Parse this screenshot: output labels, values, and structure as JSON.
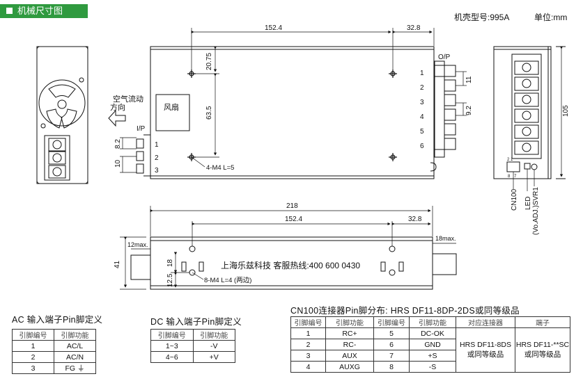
{
  "header": {
    "title": "机械尺寸图"
  },
  "model": {
    "label": "机壳型号:995A",
    "unit": "单位:mm"
  },
  "front_view": {
    "dims": {
      "d1": "152.4",
      "d2": "32.8",
      "v1": "20.75",
      "v2": "63.5",
      "v3": "11",
      "v4": "9.2",
      "w8": "8.2",
      "w10": "10"
    },
    "fan": "风扇",
    "airflow": [
      "空气流动",
      "方向"
    ],
    "ip": "I/P",
    "op": "O/P",
    "ip_pins": [
      "1",
      "2",
      "3"
    ],
    "op_pins": [
      "1",
      "2",
      "3",
      "4",
      "5",
      "6"
    ],
    "screw": "4-M4 L=5"
  },
  "side_view": {
    "height": "105",
    "labels": [
      "CN100",
      "LED",
      "(Vo.ADJ.)SVR1"
    ],
    "cn_nums": [
      "2",
      "1",
      "8",
      "7"
    ]
  },
  "bottom_view": {
    "dims": {
      "total": "218",
      "d1": "152.4",
      "d2": "32.8",
      "h41": "41",
      "max12": "12max.",
      "max18": "18max.",
      "v18": "18",
      "v125": "12.5"
    },
    "screw": "8-M4 L=4 (两边)",
    "watermark": "上海乐兹科技 客服热线:400 600 0430"
  },
  "ac_table": {
    "title": "AC 输入端子Pin脚定义",
    "headers": [
      "引脚编号",
      "引脚功能"
    ],
    "rows": [
      [
        "1",
        "AC/L"
      ],
      [
        "2",
        "AC/N"
      ],
      [
        "3",
        "FG ⏚"
      ]
    ]
  },
  "dc_table": {
    "title": "DC 输入端子Pin脚定义",
    "headers": [
      "引脚编号",
      "引脚功能"
    ],
    "rows": [
      [
        "1~3",
        "-V"
      ],
      [
        "4~6",
        "+V"
      ]
    ]
  },
  "cn_table": {
    "title": "CN100连接器Pin脚分布: HRS DF11-8DP-2DS或同等级品",
    "headers": [
      "引脚编号",
      "引脚功能",
      "引脚编号",
      "引脚功能",
      "对应连接器",
      "端子"
    ],
    "rows": [
      [
        "1",
        "RC+",
        "5",
        "DC-OK"
      ],
      [
        "2",
        "RC-",
        "6",
        "GND"
      ],
      [
        "3",
        "AUX",
        "7",
        "+S"
      ],
      [
        "4",
        "AUXG",
        "8",
        "-S"
      ]
    ],
    "connector": [
      "HRS DF11-8DS",
      "或同等级品"
    ],
    "terminal": [
      "HRS DF11-**SC",
      "或同等级品"
    ]
  }
}
